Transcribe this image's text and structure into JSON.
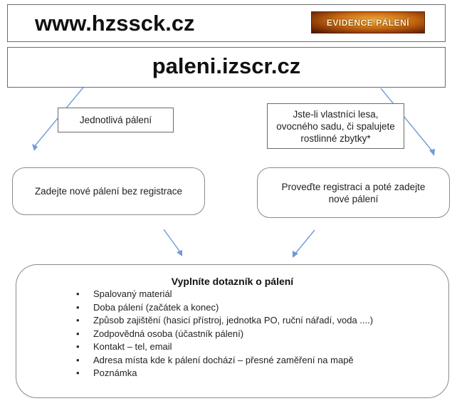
{
  "header": {
    "site": "www.hzssck.cz",
    "evidence_logo": "EVIDENCE PÁLENÍ"
  },
  "portal": {
    "url": "paleni.izscr.cz"
  },
  "left_branch": {
    "callout": "Jednotlivá pálení",
    "action": "Zadejte nové pálení bez registrace"
  },
  "right_branch": {
    "callout": "Jste-li vlastníci lesa, ovocného sadu, či spalujete rostlinné zbytky*",
    "action": "Proveďte registraci a poté zadejte nové pálení"
  },
  "form": {
    "title": "Vyplníte dotazník o pálení",
    "items": [
      "Spalovaný materiál",
      "Doba pálení (začátek a konec)",
      "Způsob zajištění (hasicí přístroj, jednotka PO, ruční nářadí, voda ....)",
      "Zodpovědná osoba (účastník pálení)",
      "Kontakt – tel, email",
      "Adresa místa kde k pálení dochází – přesné zaměření na mapě",
      "Poznámka"
    ]
  },
  "colors": {
    "arrow_fill": "#4f81bd",
    "connector": "#6f9bd6",
    "logo_orange": "#c86a12"
  }
}
